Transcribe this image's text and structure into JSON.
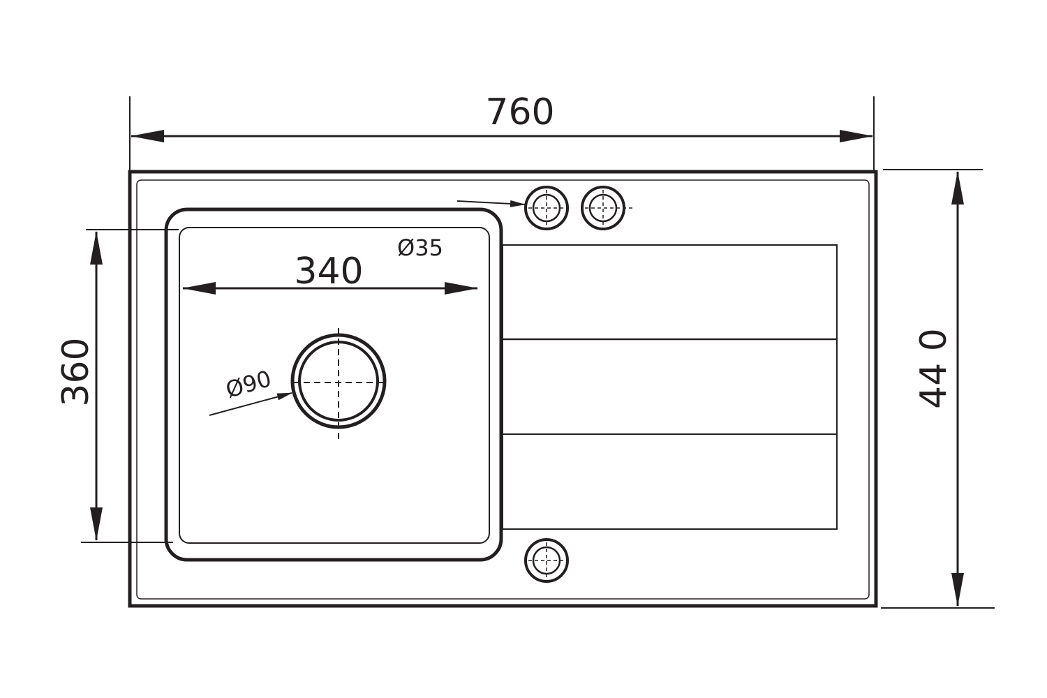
{
  "dimensions": {
    "overall_width": "760",
    "overall_depth": "44 0",
    "bowl_width": "340",
    "bowl_depth": "360"
  },
  "features": {
    "tap_hole_diameter": "Ø35",
    "drain_diameter": "Ø90"
  },
  "colors": {
    "ink": "#231f20",
    "background": "#ffffff"
  }
}
